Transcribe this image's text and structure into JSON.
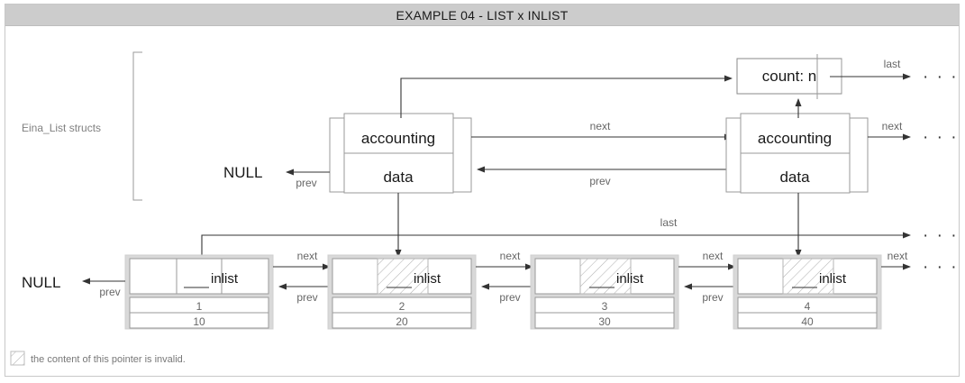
{
  "header": {
    "title": "EXAMPLE 04 - LIST x INLIST"
  },
  "labels": {
    "eina_list_structs": "Eina_List structs",
    "null_top": "NULL",
    "null_bottom": "NULL",
    "ellipsis": "· · ·"
  },
  "accounting_block": {
    "count_label": "count: n",
    "count_last_label": "last",
    "count_last_ellipsis": "· · ·",
    "nodes": [
      {
        "accounting": "accounting",
        "data": "data",
        "next_label": "next",
        "prev_label": "prev"
      },
      {
        "accounting": "accounting",
        "data": "data",
        "next_label": "next",
        "prev_label": "prev",
        "next_ellipsis": "· · ·"
      }
    ]
  },
  "last_pointer": {
    "label": "last",
    "ellipsis": "· · ·"
  },
  "inlist_nodes": [
    {
      "inlist": "inlist",
      "value1": "1",
      "value2": "10",
      "next_label": "next",
      "prev_label": "prev",
      "invalid": false
    },
    {
      "inlist": "inlist",
      "value1": "2",
      "value2": "20",
      "next_label": "next",
      "prev_label": "prev",
      "invalid": true
    },
    {
      "inlist": "inlist",
      "value1": "3",
      "value2": "30",
      "next_label": "next",
      "prev_label": "prev",
      "invalid": true
    },
    {
      "inlist": "inlist",
      "value1": "4",
      "value2": "40",
      "next_label": "next",
      "prev_label": "prev",
      "invalid": true
    }
  ],
  "inlist_tail": {
    "next_label": "next",
    "ellipsis": "· · ·"
  },
  "legend": {
    "text": "the content of this pointer is invalid."
  },
  "colors": {
    "title_bg": "#cccccc",
    "frame_border": "#c8c8c8",
    "line": "#333333",
    "thin_line": "#9a9a9a",
    "label_gray": "#666666",
    "node_shell": "#d9d9d9",
    "hatch": "#b0b0b0",
    "text": "#1a1a1a"
  }
}
